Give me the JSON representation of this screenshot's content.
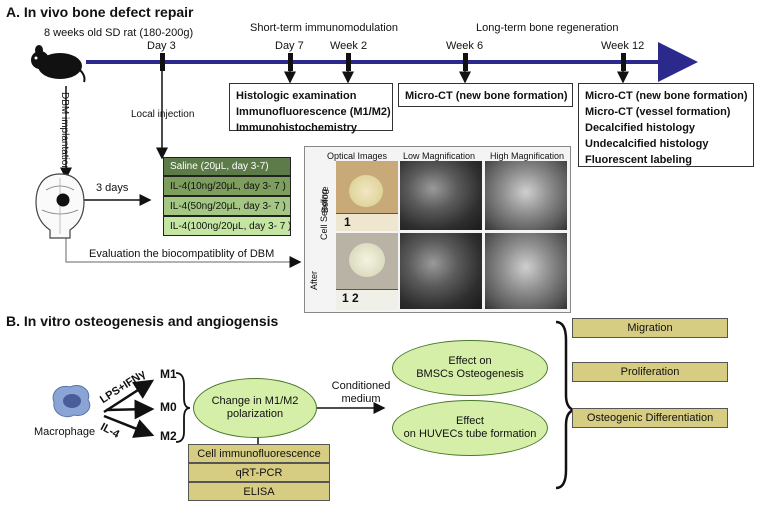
{
  "section_a": {
    "title": "A. In vivo bone defect repair",
    "rat_label": "8 weeks old SD rat (180-200g)",
    "timeline": {
      "day3": "Day 3",
      "short_term": "Short-term immunomodulation",
      "day7": "Day 7",
      "week2": "Week 2",
      "long_term": "Long-term bone regeneration",
      "week6": "Week 6",
      "week12": "Week 12"
    },
    "box_week2": [
      "Histologic examination",
      "Immunofluorescence (M1/M2)",
      "Immunohistochemistry"
    ],
    "box_week6": "Micro-CT (new bone formation)",
    "box_week12": [
      "Micro-CT (new bone formation)",
      "Micro-CT (vessel formation)",
      "Decalcified histology",
      "Undecalcified histology",
      "Fluorescent labeling"
    ],
    "dbm_implantation": "DBM implantation",
    "local_injection": "Local injection",
    "three_days": "3 days",
    "groups": [
      "Saline (20μL, day 3-7)",
      "IL-4(10ng/20μL, day 3- 7 )",
      "IL-4(50ng/20μL, day 3- 7 )",
      "IL-4(100ng/20μL, day 3- 7 )"
    ],
    "group_colors": [
      "#5d7b48",
      "#7e9e5e",
      "#a4c783",
      "#c5e6a3"
    ],
    "evaluation": "Evaluation the biocompatiblity of DBM",
    "panel": {
      "col_optical": "Optical Images",
      "col_low": "Low Magnification",
      "col_high": "High Magnification",
      "cell_seeding": "Cell Seeding",
      "before": "Before",
      "after": "After",
      "ruler_before": "1",
      "ruler_after": "1 2"
    }
  },
  "section_b": {
    "title": "B. In vitro osteogenesis and angiogensis",
    "macrophage": "Macrophage",
    "lps": "LPS+IFNγ",
    "il4": "IL-4",
    "m1": "M1",
    "m0": "M0",
    "m2": "M2",
    "polarization": [
      "Change in M1/M2",
      "polarization"
    ],
    "methods": [
      "Cell immunofluorescence",
      "qRT-PCR",
      "ELISA"
    ],
    "conditioned": [
      "Conditioned",
      "medium"
    ],
    "effect_bmsc": [
      "Effect on",
      "BMSCs Osteogenesis"
    ],
    "effect_huvec": [
      "Effect",
      "on HUVECs tube formation"
    ],
    "assays": [
      "Migration",
      "Proliferation",
      "Osteogenic Differentiation"
    ]
  },
  "colors": {
    "timeline": "#2b2a8c",
    "ellipse_fill": "#d5efa9",
    "tan": "#d6cd83"
  }
}
